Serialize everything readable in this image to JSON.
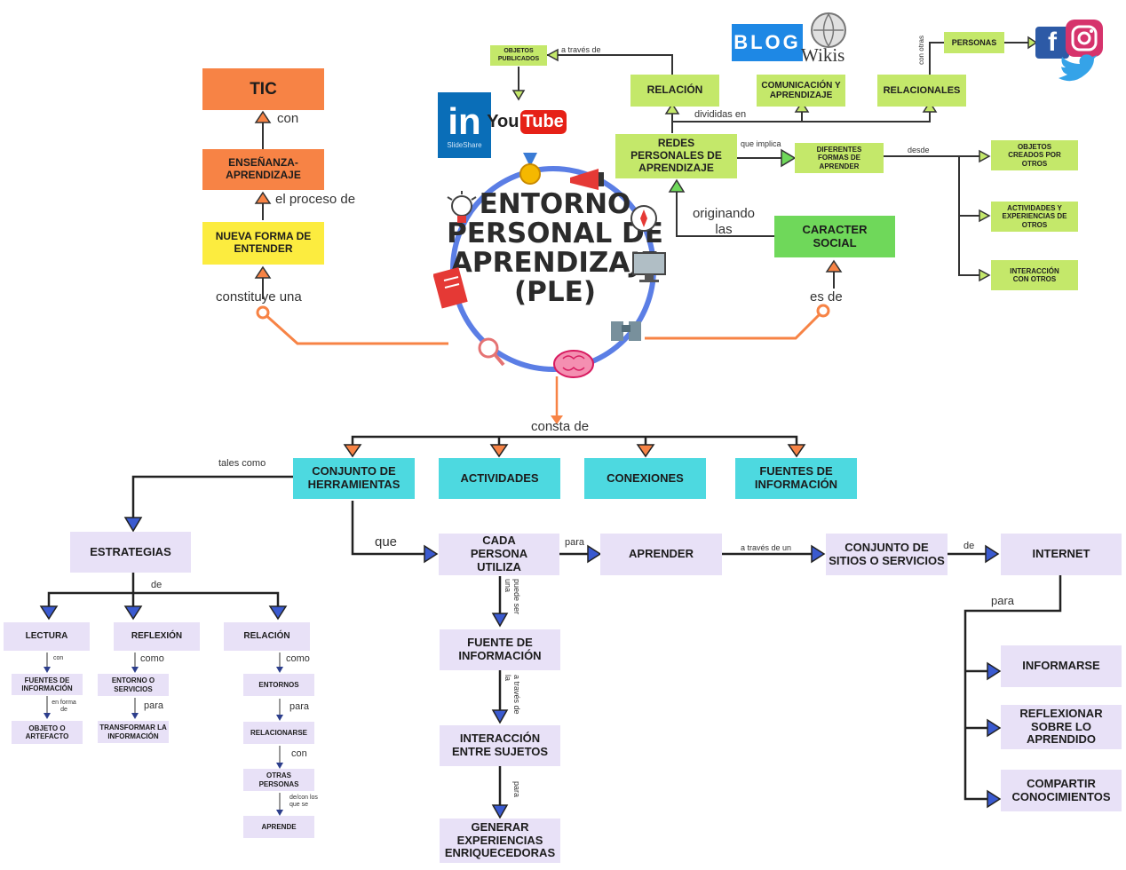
{
  "center": {
    "title": "ENTORNO PERSONAL DE APRENDIZAJE (PLE)"
  },
  "left_branch": {
    "tic": "TIC",
    "label_con": "con",
    "ensenanza": "ENSEÑANZA-APRENDIZAJE",
    "label_proceso": "el proceso de",
    "nueva_forma": "NUEVA FORMA DE ENTENDER",
    "label_constituye": "constituye una"
  },
  "right_branch": {
    "caracter": "CARACTER SOCIAL",
    "label_es_de": "es de",
    "label_originando": "originando las",
    "redes": "REDES PERSONALES DE APRENDIZAJE",
    "label_divididas": "divididas en",
    "relacion": "RELACIÓN",
    "label_a_traves": "a través de",
    "objetos_publicados": "OBJETOS PUBLICADOS",
    "comunicacion": "COMUNICACIÓN Y APRENDIZAJE",
    "relacionales": "RELACIONALES",
    "label_con_otras": "con otras",
    "personas": "PERSONAS",
    "label_que_implica": "que implica",
    "diferentes_formas": "DIFERENTES FORMAS DE APRENDER",
    "label_desde": "desde",
    "objetos_creados": "OBJETOS CREADOS POR OTROS",
    "actividades_exp": "ACTIVIDADES Y EXPERIENCIAS DE OTROS",
    "interaccion_otros": "INTERACCIÓN CON OTROS"
  },
  "logos": {
    "linkedin_in": "in",
    "slideshare": "SlideShare",
    "you": "You",
    "tube": "Tube",
    "blog": "BLOG",
    "wikis": "Wikis",
    "facebook_f": "f"
  },
  "bottom": {
    "label_consta": "consta de",
    "conjunto_herr": "CONJUNTO DE HERRAMIENTAS",
    "actividades": "ACTIVIDADES",
    "conexiones": "CONEXIONES",
    "fuentes_info": "FUENTES DE INFORMACIÓN",
    "label_tales": "tales como",
    "estrategias": "ESTRATEGIAS",
    "label_de": "de",
    "lectura": "LECTURA",
    "reflexion": "REFLEXIÓN",
    "relacion": "RELACIÓN",
    "label_lec_con": "con",
    "fuentes_de_info_s": "FUENTES DE INFORMACIÓN",
    "label_en_forma": "en forma de",
    "objeto_artefacto": "OBJETO O ARTEFACTO",
    "label_ref_como": "como",
    "entorno_servicios": "ENTORNO O SERVICIOS",
    "label_ref_para": "para",
    "transformar": "TRANSFORMAR LA INFORMACIÓN",
    "label_rel_como": "como",
    "entornos": "ENTORNOS",
    "label_rel_para": "para",
    "relacionarse": "RELACIONARSE",
    "label_rel_con": "con",
    "otras_personas": "OTRAS PERSONAS",
    "label_de_con": "de/con los que se",
    "aprende": "APRENDE",
    "label_que": "que",
    "cada_persona": "CADA PERSONA UTILIZA",
    "label_para": "para",
    "aprender": "APRENDER",
    "label_a_traves_un": "a través de un",
    "conjunto_sitios": "CONJUNTO DE SITIOS O SERVICIOS",
    "label_de2": "de",
    "internet": "INTERNET",
    "label_para2": "para",
    "informarse": "INFORMARSE",
    "reflexionar": "REFLEXIONAR SOBRE LO APRENDIDO",
    "compartir": "COMPARTIR CONOCIMIENTOS",
    "label_puede_ser": "puede ser una",
    "fuente_info": "FUENTE DE INFORMACIÓN",
    "label_a_traves_la": "a través de la",
    "interaccion_sujetos": "INTERACCIÓN ENTRE SUJETOS",
    "label_para3": "para",
    "generar": "GENERAR EXPERIENCIAS ENRIQUECEDORAS"
  },
  "colors": {
    "orange": "#f78345",
    "yellow": "#fcec3f",
    "lime": "#c4e86a",
    "green": "#6fd85a",
    "cyan": "#4dd9e0",
    "lavender": "#e8e1f7",
    "navy_arrow": "#2c3e8c",
    "circle": "#5b7ee5"
  }
}
